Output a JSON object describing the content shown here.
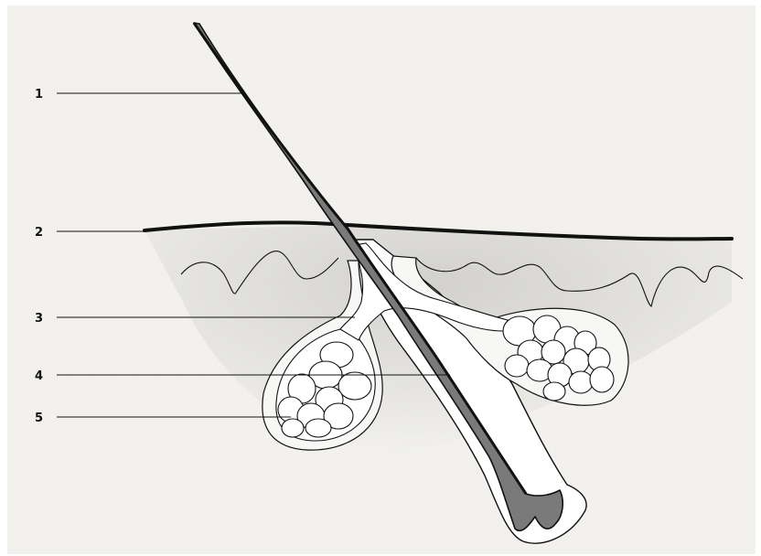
{
  "labels": [
    {
      "id": "1",
      "text": "1"
    },
    {
      "id": "2",
      "text": "2"
    },
    {
      "id": "3",
      "text": "3"
    },
    {
      "id": "4",
      "text": "4"
    },
    {
      "id": "5",
      "text": "5"
    }
  ],
  "colors": {
    "paper": "#f2f1ed",
    "skin_shade": "#d9d8d4",
    "hair_fill": "#7a7a7a",
    "ink": "#111111",
    "gland_fill": "#ffffff"
  }
}
